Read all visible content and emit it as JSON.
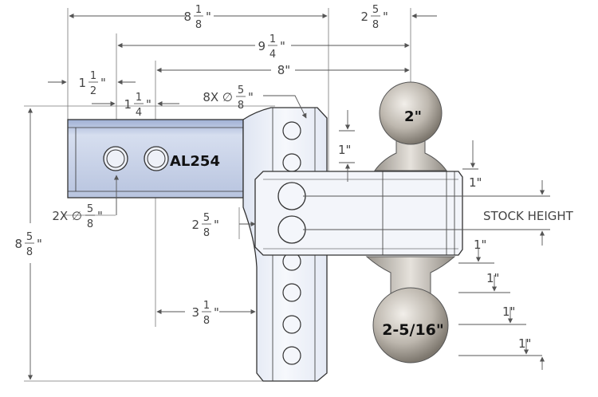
{
  "part_label": "AL254",
  "ball_top_label": "2\"",
  "ball_bottom_label": "2-5/16\"",
  "stock_height_label": "STOCK HEIGHT",
  "dims": {
    "overall_length": {
      "whole": "8",
      "num": "1",
      "den": "8",
      "unit": "\""
    },
    "to_pin_9": {
      "whole": "9",
      "num": "1",
      "den": "4",
      "unit": "\""
    },
    "to_pin_8": {
      "whole": "8\"",
      "num": "",
      "den": "",
      "unit": ""
    },
    "right_offset": {
      "whole": "2",
      "num": "5",
      "den": "8",
      "unit": "\""
    },
    "shank_left_1": {
      "whole": "1",
      "num": "1",
      "den": "2",
      "unit": "\""
    },
    "shank_left_2": {
      "whole": "1",
      "num": "1",
      "den": "4",
      "unit": "\""
    },
    "holes_8x": {
      "prefix": "8X ∅",
      "num": "5",
      "den": "8",
      "unit": "\""
    },
    "holes_2x": {
      "prefix": "2X ∅",
      "num": "5",
      "den": "8",
      "unit": "\""
    },
    "drop_center": {
      "whole": "2",
      "num": "5",
      "den": "8",
      "unit": "\""
    },
    "drop_lower": {
      "whole": "3",
      "num": "1",
      "den": "8",
      "unit": "\""
    },
    "overall_height": {
      "whole": "8",
      "num": "5",
      "den": "8",
      "unit": "\""
    },
    "hole_spacing": "1\"",
    "right_stack": [
      "1\"",
      "1\"",
      "1\"",
      "1\"",
      "1\""
    ]
  },
  "colors": {
    "shank": "#c4cfe6",
    "body": "#eef1f8",
    "outline": "#333333",
    "ball": "#bdb7ae",
    "dimension": "#555555"
  }
}
